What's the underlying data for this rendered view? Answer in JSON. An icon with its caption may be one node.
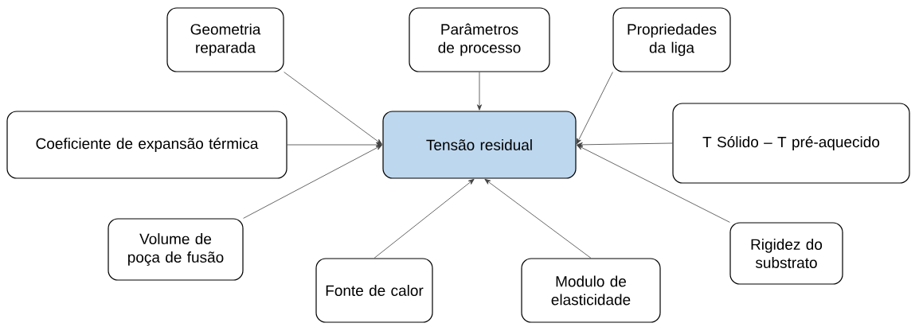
{
  "diagram": {
    "nodes": [
      {
        "text": [
          "Geometria reparada"
        ]
      },
      {
        "text": [
          "Parâmetros de processo"
        ]
      },
      {
        "text": [
          "Propriedades da liga"
        ]
      },
      {
        "text": [
          "Coeficiente de expansão térmica"
        ]
      },
      {
        "text": [
          "Tensão residual"
        ]
      },
      {
        "text": [
          "T Sólido – T pré-aquecido"
        ]
      },
      {
        "text": [
          "Volume de poça de fusão"
        ]
      },
      {
        "text": [
          "Rigidez do substrato"
        ]
      },
      {
        "text": [
          "Fonte de calor"
        ]
      },
      {
        "text": [
          "Modulo de elasticidade"
        ]
      }
    ],
    "edges": [
      {
        "from": 0,
        "to": 4,
        "arrow": "to"
      },
      {
        "from": 1,
        "to": 4,
        "arrow": "to"
      },
      {
        "from": 2,
        "to": 4,
        "arrow": "to"
      },
      {
        "from": 3,
        "to": 4,
        "arrow": "to"
      },
      {
        "from": 5,
        "to": 4,
        "arrow": "to"
      },
      {
        "from": 6,
        "to": 4,
        "arrow": "to"
      },
      {
        "from": 7,
        "to": 4,
        "arrow": "to"
      },
      {
        "from": 8,
        "to": 4,
        "arrow": "to"
      },
      {
        "from": 9,
        "to": 4,
        "arrow": "to"
      }
    ]
  }
}
